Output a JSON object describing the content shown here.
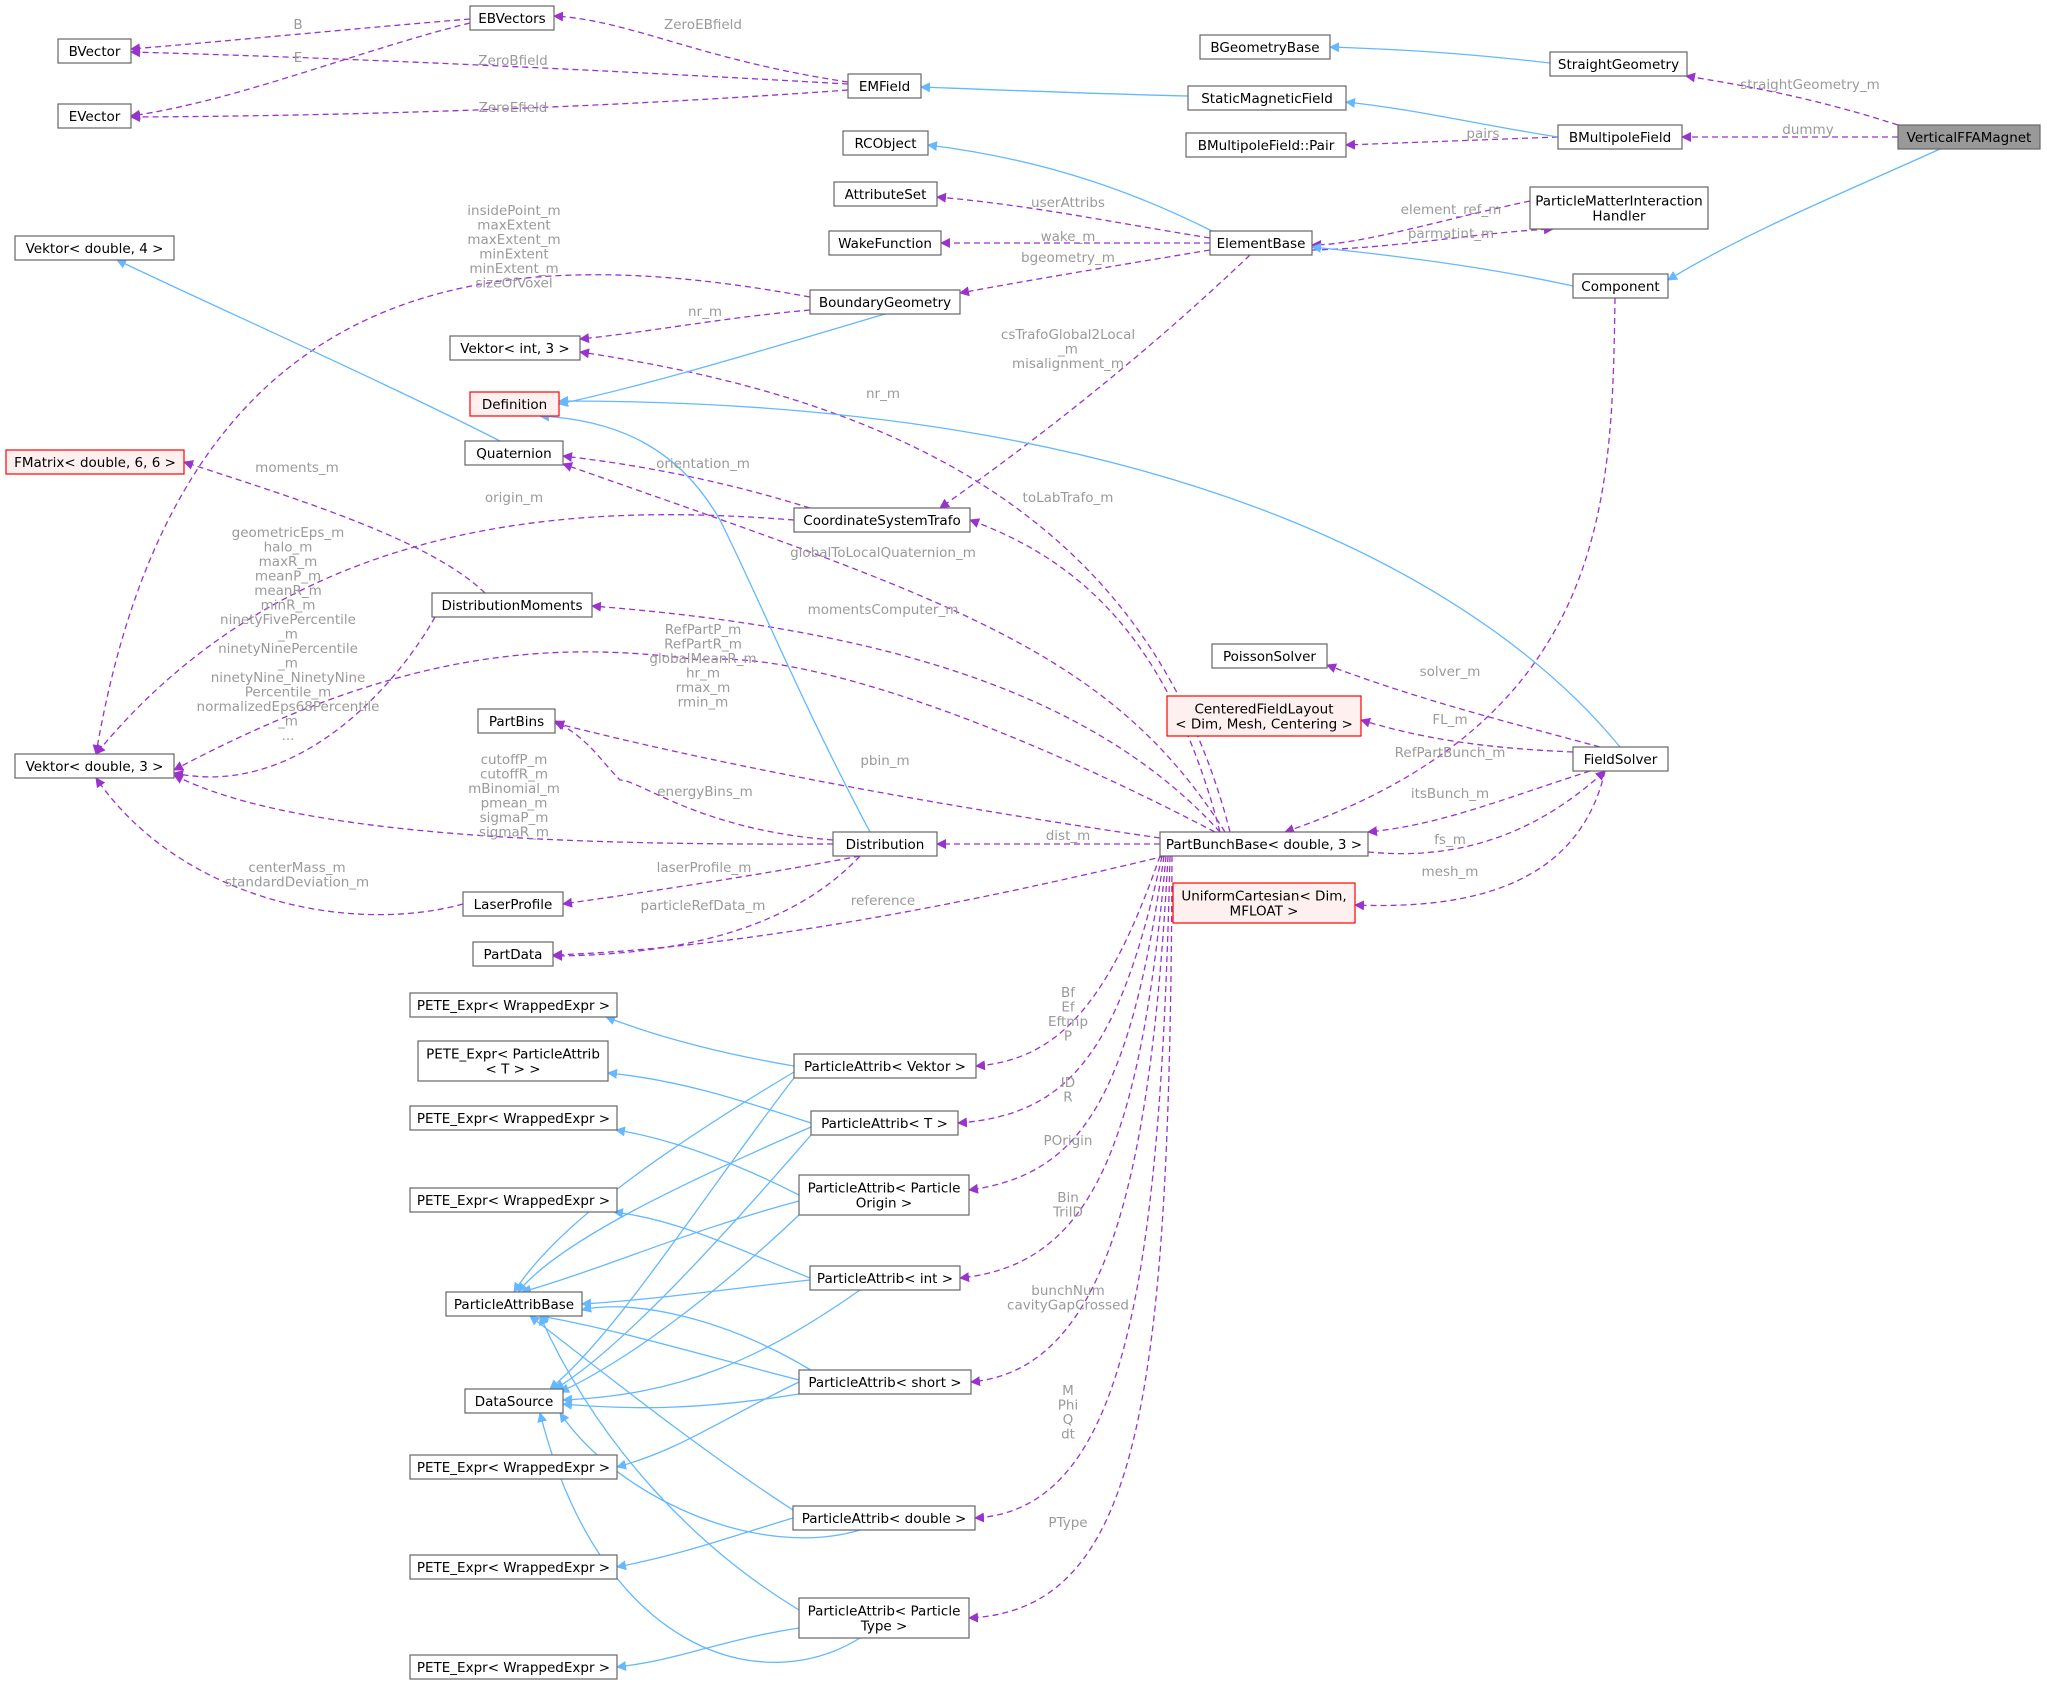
{
  "colors": {
    "inherit": "#63b8ff",
    "use": "#9a32cd",
    "node_border": "#666666",
    "node_fill": "#ffffff",
    "warn_border": "#ff0000",
    "warn_fill": "#fff0f0",
    "focus_fill": "#999999",
    "edge_label": "#9a9a9a"
  },
  "nodes": [
    {
      "id": "bvector",
      "lines": [
        "BVector"
      ]
    },
    {
      "id": "evector",
      "lines": [
        "EVector"
      ]
    },
    {
      "id": "ebvectors",
      "lines": [
        "EBVectors"
      ]
    },
    {
      "id": "emfield",
      "lines": [
        "EMField"
      ]
    },
    {
      "id": "bgeometrybase",
      "lines": [
        "BGeometryBase"
      ]
    },
    {
      "id": "straightgeometry",
      "lines": [
        "StraightGeometry"
      ]
    },
    {
      "id": "staticmagneticfield",
      "lines": [
        "StaticMagneticField"
      ]
    },
    {
      "id": "bmultipolefield",
      "lines": [
        "BMultipoleField"
      ]
    },
    {
      "id": "verticalffamagnet",
      "lines": [
        "VerticalFFAMagnet"
      ],
      "style": "focus"
    },
    {
      "id": "bmultipolepair",
      "lines": [
        "BMultipoleField::Pair"
      ]
    },
    {
      "id": "rcobject",
      "lines": [
        "RCObject"
      ]
    },
    {
      "id": "attributeset",
      "lines": [
        "AttributeSet"
      ]
    },
    {
      "id": "wakefunction",
      "lines": [
        "WakeFunction"
      ]
    },
    {
      "id": "elementbase",
      "lines": [
        "ElementBase"
      ]
    },
    {
      "id": "pmihandler",
      "lines": [
        "ParticleMatterInteraction",
        "Handler"
      ]
    },
    {
      "id": "component",
      "lines": [
        "Component"
      ]
    },
    {
      "id": "vektor_d4",
      "lines": [
        "Vektor< double, 4 >"
      ]
    },
    {
      "id": "boundarygeometry",
      "lines": [
        "BoundaryGeometry"
      ]
    },
    {
      "id": "vektor_i3",
      "lines": [
        "Vektor< int, 3 >"
      ]
    },
    {
      "id": "definition",
      "lines": [
        "Definition"
      ],
      "style": "warn"
    },
    {
      "id": "fmatrix",
      "lines": [
        "FMatrix< double, 6, 6 >"
      ],
      "style": "warn"
    },
    {
      "id": "quaternion",
      "lines": [
        "Quaternion"
      ]
    },
    {
      "id": "coordsystrafo",
      "lines": [
        "CoordinateSystemTrafo"
      ]
    },
    {
      "id": "distmoments",
      "lines": [
        "DistributionMoments"
      ]
    },
    {
      "id": "poissonsolver",
      "lines": [
        "PoissonSolver"
      ]
    },
    {
      "id": "centeredfieldlayout",
      "lines": [
        "CenteredFieldLayout",
        "< Dim, Mesh, Centering >"
      ],
      "style": "warn"
    },
    {
      "id": "partbins",
      "lines": [
        "PartBins"
      ]
    },
    {
      "id": "fieldsolver",
      "lines": [
        "FieldSolver"
      ]
    },
    {
      "id": "vektor_d3",
      "lines": [
        "Vektor< double, 3 >"
      ]
    },
    {
      "id": "distribution",
      "lines": [
        "Distribution"
      ]
    },
    {
      "id": "partbunchbase",
      "lines": [
        "PartBunchBase< double, 3 >"
      ]
    },
    {
      "id": "laserprofile",
      "lines": [
        "LaserProfile"
      ]
    },
    {
      "id": "uniformcartesian",
      "lines": [
        "UniformCartesian< Dim,",
        "MFLOAT >"
      ],
      "style": "warn"
    },
    {
      "id": "partdata",
      "lines": [
        "PartData"
      ]
    },
    {
      "id": "pete_wrapped_1",
      "lines": [
        "PETE_Expr< WrappedExpr >"
      ]
    },
    {
      "id": "pete_particleattrib",
      "lines": [
        "PETE_Expr< ParticleAttrib",
        "< T > >"
      ]
    },
    {
      "id": "pete_wrapped_2",
      "lines": [
        "PETE_Expr< WrappedExpr >"
      ]
    },
    {
      "id": "pete_wrapped_3",
      "lines": [
        "PETE_Expr< WrappedExpr >"
      ]
    },
    {
      "id": "pete_wrapped_4",
      "lines": [
        "PETE_Expr< WrappedExpr >"
      ]
    },
    {
      "id": "pete_wrapped_5",
      "lines": [
        "PETE_Expr< WrappedExpr >"
      ]
    },
    {
      "id": "pete_wrapped_6",
      "lines": [
        "PETE_Expr< WrappedExpr >"
      ]
    },
    {
      "id": "pa_vektor",
      "lines": [
        "ParticleAttrib< Vektor >"
      ]
    },
    {
      "id": "pa_t",
      "lines": [
        "ParticleAttrib< T >"
      ]
    },
    {
      "id": "pa_origin",
      "lines": [
        "ParticleAttrib< Particle",
        "Origin >"
      ]
    },
    {
      "id": "pa_int",
      "lines": [
        "ParticleAttrib< int >"
      ]
    },
    {
      "id": "pa_short",
      "lines": [
        "ParticleAttrib< short >"
      ]
    },
    {
      "id": "pa_double",
      "lines": [
        "ParticleAttrib< double >"
      ]
    },
    {
      "id": "pa_type",
      "lines": [
        "ParticleAttrib< Particle",
        "Type >"
      ]
    },
    {
      "id": "particleattribbase",
      "lines": [
        "ParticleAttribBase"
      ]
    },
    {
      "id": "datasource",
      "lines": [
        "DataSource"
      ]
    }
  ],
  "labels": [
    {
      "id": "lbl-b",
      "lines": [
        "B"
      ]
    },
    {
      "id": "lbl-e",
      "lines": [
        "E"
      ]
    },
    {
      "id": "lbl-zeroebfield",
      "lines": [
        "ZeroEBfield"
      ]
    },
    {
      "id": "lbl-zerobfield",
      "lines": [
        "ZeroBfield"
      ]
    },
    {
      "id": "lbl-zeroefield",
      "lines": [
        "ZeroEfield"
      ]
    },
    {
      "id": "lbl-straightgeometry",
      "lines": [
        "straightGeometry_m"
      ]
    },
    {
      "id": "lbl-pairs",
      "lines": [
        "pairs"
      ]
    },
    {
      "id": "lbl-dummy",
      "lines": [
        "dummy"
      ]
    },
    {
      "id": "lbl-userattribs",
      "lines": [
        "userAttribs"
      ]
    },
    {
      "id": "lbl-element-ref",
      "lines": [
        "element_ref_m"
      ]
    },
    {
      "id": "lbl-wake",
      "lines": [
        "wake_m"
      ]
    },
    {
      "id": "lbl-parmatint",
      "lines": [
        "parmatint_m"
      ]
    },
    {
      "id": "lbl-bgeometry",
      "lines": [
        "bgeometry_m"
      ]
    },
    {
      "id": "lbl-insidepoint",
      "lines": [
        "insidePoint_m",
        "maxExtent",
        "maxExtent_m",
        "minExtent",
        "minExtent_m",
        "sizeOfVoxel"
      ]
    },
    {
      "id": "lbl-nr-bg",
      "lines": [
        "nr_m"
      ]
    },
    {
      "id": "lbl-cstrafo",
      "lines": [
        "csTrafoGlobal2Local",
        "_m",
        "misalignment_m"
      ]
    },
    {
      "id": "lbl-nr-pb",
      "lines": [
        "nr_m"
      ]
    },
    {
      "id": "lbl-moments",
      "lines": [
        "moments_m"
      ]
    },
    {
      "id": "lbl-orientation",
      "lines": [
        "orientation_m"
      ]
    },
    {
      "id": "lbl-origin",
      "lines": [
        "origin_m"
      ]
    },
    {
      "id": "lbl-tolabtrafo",
      "lines": [
        "toLabTrafo_m"
      ]
    },
    {
      "id": "lbl-geometriceps",
      "lines": [
        "geometricEps_m",
        "halo_m",
        "maxR_m",
        "meanP_m",
        "meanR_m",
        "minR_m",
        "ninetyFivePercentile",
        "_m",
        "ninetyNinePercentile",
        "_m",
        "ninetyNine_NinetyNine",
        "Percentile_m",
        "normalizedEps68Percentile",
        "_m",
        "..."
      ]
    },
    {
      "id": "lbl-globaltolocal",
      "lines": [
        "globalToLocalQuaternion_m"
      ]
    },
    {
      "id": "lbl-momentscomputer",
      "lines": [
        "momentsComputer_m"
      ]
    },
    {
      "id": "lbl-refpart",
      "lines": [
        "RefPartP_m",
        "RefPartR_m",
        "globalMeanR_m",
        "hr_m",
        "rmax_m",
        "rmin_m"
      ]
    },
    {
      "id": "lbl-solver",
      "lines": [
        "solver_m"
      ]
    },
    {
      "id": "lbl-fl",
      "lines": [
        "FL_m"
      ]
    },
    {
      "id": "lbl-refpartbunch",
      "lines": [
        "RefPartBunch_m"
      ]
    },
    {
      "id": "lbl-cutoff",
      "lines": [
        "cutoffP_m",
        "cutoffR_m",
        "mBinomial_m",
        "pmean_m",
        "sigmaP_m",
        "sigmaR_m"
      ]
    },
    {
      "id": "lbl-energybins",
      "lines": [
        "energyBins_m"
      ]
    },
    {
      "id": "lbl-pbin",
      "lines": [
        "pbin_m"
      ]
    },
    {
      "id": "lbl-itsbunch",
      "lines": [
        "itsBunch_m"
      ]
    },
    {
      "id": "lbl-dist",
      "lines": [
        "dist_m"
      ]
    },
    {
      "id": "lbl-fs",
      "lines": [
        "fs_m"
      ]
    },
    {
      "id": "lbl-centermass",
      "lines": [
        "centerMass_m",
        "standardDeviation_m"
      ]
    },
    {
      "id": "lbl-laserprofile",
      "lines": [
        "laserProfile_m"
      ]
    },
    {
      "id": "lbl-mesh",
      "lines": [
        "mesh_m"
      ]
    },
    {
      "id": "lbl-reference",
      "lines": [
        "reference"
      ]
    },
    {
      "id": "lbl-particlerefdata",
      "lines": [
        "particleRefData_m"
      ]
    },
    {
      "id": "lbl-bf",
      "lines": [
        "Bf",
        "Ef",
        "Eftmp",
        "P"
      ]
    },
    {
      "id": "lbl-id",
      "lines": [
        "ID",
        "R"
      ]
    },
    {
      "id": "lbl-porigin",
      "lines": [
        "POrigin"
      ]
    },
    {
      "id": "lbl-bin",
      "lines": [
        "Bin",
        "TriID"
      ]
    },
    {
      "id": "lbl-bunchnum",
      "lines": [
        "bunchNum",
        "cavityGapCrossed"
      ]
    },
    {
      "id": "lbl-mphi",
      "lines": [
        "M",
        "Phi",
        "Q",
        "dt"
      ]
    },
    {
      "id": "lbl-ptype",
      "lines": [
        "PType"
      ]
    }
  ]
}
